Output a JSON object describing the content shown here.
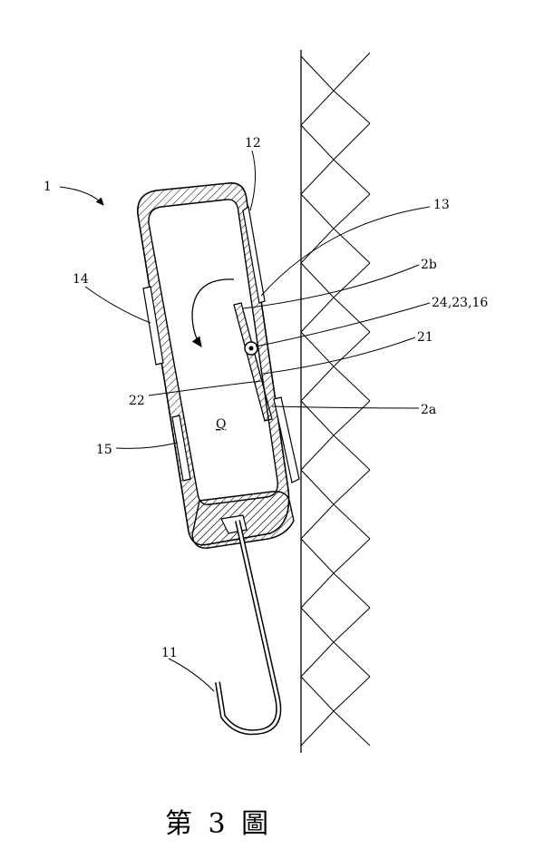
{
  "figure": {
    "caption": "第 3 圖",
    "labels": {
      "l1": "1",
      "l12": "12",
      "l13": "13",
      "l14": "14",
      "l2b": "2b",
      "l24": "24,23,16",
      "l21": "21",
      "l22": "22",
      "lQ": "Q",
      "l2a": "2a",
      "l15": "15",
      "l11": "11"
    }
  }
}
